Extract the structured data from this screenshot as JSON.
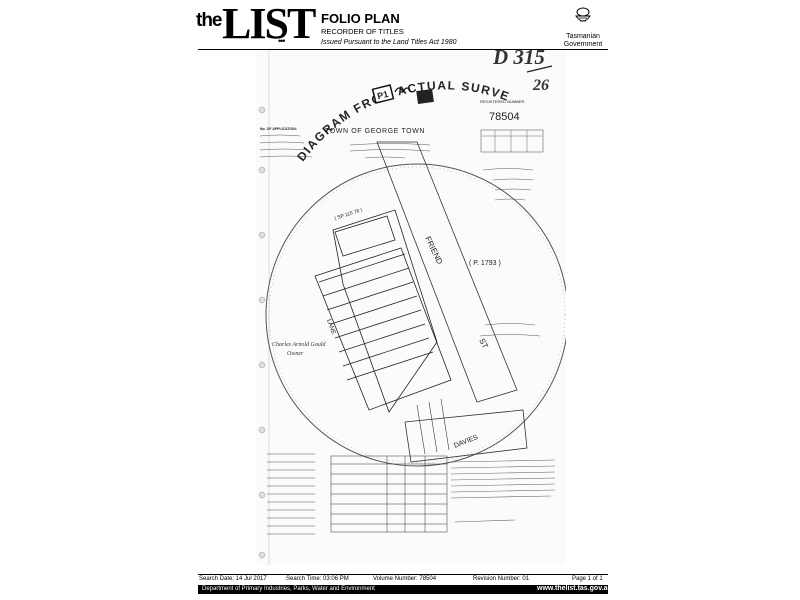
{
  "header": {
    "logo_prefix": "the",
    "logo_main": "LIST",
    "logo_dots": "•••",
    "title": "FOLIO PLAN",
    "subtitle": "RECORDER OF TITLES",
    "act_note": "Issued Pursuant to the Land Titles Act 1980",
    "gov_line1": "Tasmanian",
    "gov_line2": "Government"
  },
  "plan": {
    "heading": "DIAGRAM FROM ACTUAL SURVEY",
    "stamp_left": "P1",
    "town": "TOWN OF GEORGE TOWN",
    "registered_number_label": "REGISTERED NUMBER",
    "registered_number": "78504",
    "ref_top": "D 315",
    "ref_bottom": "26",
    "no_of_application": "No. OF APPLICATION:",
    "street_friend": "FRIEND",
    "street_st": "ST",
    "street_davies": "DAVIES",
    "parcel_ref": "( P. 1793 )",
    "sp_ref": "( SP 115 78 )",
    "lane": "LANE",
    "owner_left": "Charles Arnold Gould",
    "owner_left_sub": "Owner"
  },
  "footer": {
    "search_date": "Search Date: 14 Jul 2017",
    "search_time": "Search Time: 03:06 PM",
    "volume": "Volume Number: 78504",
    "revision": "Revision Number: 01",
    "page": "Page 1 of 1",
    "dept": "Department of Primary Industries, Parks, Water and Environment",
    "url": "www.thelist.tas.gov.au"
  }
}
